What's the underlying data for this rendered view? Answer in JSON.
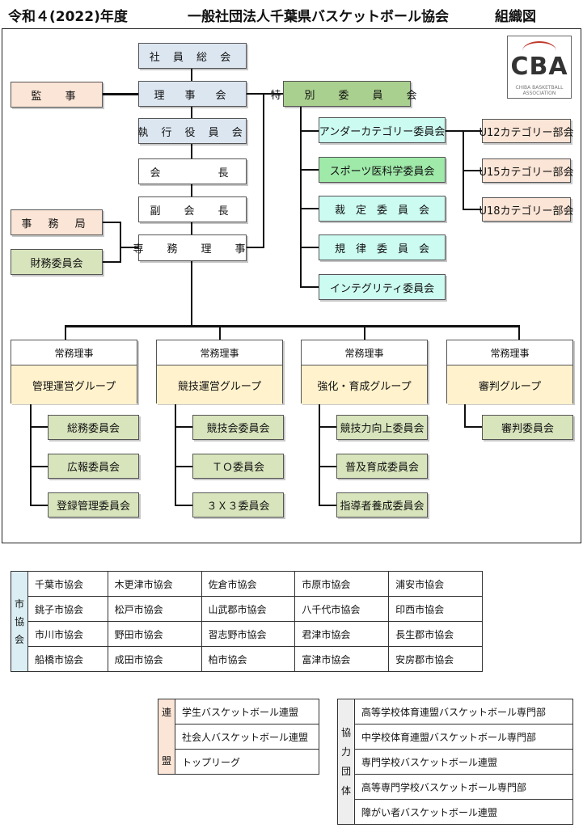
{
  "header": {
    "year_title": "令和４(2022)年度",
    "org_title": "一般社団法人千葉県バスケットボール協会",
    "doc_type": "組織図"
  },
  "logo": {
    "text": "CBA",
    "subtext": "CHIBA BASKETBALL ASSOCIATION"
  },
  "main_chain": {
    "general_meeting": "社 員 総 会",
    "board": "理　事　会",
    "executive_committee": "執 行 役 員 会",
    "president": "会　　　長",
    "vice_president": "副　会　長",
    "executive_director": "専　務　理　事"
  },
  "side": {
    "auditor": "監　事",
    "secretariat": "事 務 局",
    "finance": "財務委員会"
  },
  "special": {
    "title": "特　別　委　員　会",
    "items": [
      "アンダーカテゴリー委員会",
      "スポーツ医科学委員会",
      "裁　定　委　員　会",
      "規　律　委　員　会",
      "インテグリティ委員会"
    ],
    "subcategories": [
      "U12カテゴリー部会",
      "U15カテゴリー部会",
      "U18カテゴリー部会"
    ]
  },
  "groups": [
    {
      "head": "常務理事",
      "name": "管理運営グループ",
      "committees": [
        "総務委員会",
        "広報委員会",
        "登録管理委員会"
      ]
    },
    {
      "head": "常務理事",
      "name": "競技運営グループ",
      "committees": [
        "競技会委員会",
        "ＴＯ委員会",
        "３Ｘ３委員会"
      ]
    },
    {
      "head": "常務理事",
      "name": "強化・育成グループ",
      "committees": [
        "競技力向上委員会",
        "普及育成委員会",
        "指導者養成委員会"
      ]
    },
    {
      "head": "常務理事",
      "name": "審判グループ",
      "committees": [
        "審判委員会"
      ]
    }
  ],
  "city_associations": {
    "label": [
      "市",
      "協",
      "会"
    ],
    "rows": [
      [
        "千葉市協会",
        "木更津市協会",
        "佐倉市協会",
        "市原市協会",
        "浦安市協会"
      ],
      [
        "銚子市協会",
        "松戸市協会",
        "山武郡市協会",
        "八千代市協会",
        "印西市協会"
      ],
      [
        "市川市協会",
        "野田市協会",
        "習志野市協会",
        "君津市協会",
        "長生郡市協会"
      ],
      [
        "船橋市協会",
        "成田市協会",
        "柏市協会",
        "富津市協会",
        "安房郡市協会"
      ]
    ]
  },
  "federations": {
    "label": [
      "連",
      "盟"
    ],
    "items": [
      "学生バスケットボール連盟",
      "社会人バスケットボール連盟",
      "トップリーグ"
    ]
  },
  "cooperating_bodies": {
    "label": [
      "協",
      "力",
      "団",
      "体"
    ],
    "items": [
      "高等学校体育連盟バスケットボール専門部",
      "中学校体育連盟バスケットボール専門部",
      "専門学校バスケットボール連盟",
      "高等専門学校バスケットボール専門部",
      "障がい者バスケットボール連盟"
    ]
  }
}
